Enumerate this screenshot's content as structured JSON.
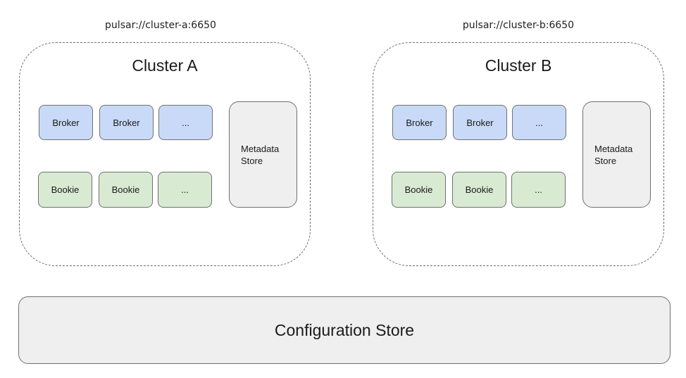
{
  "clusters": [
    {
      "url": "pulsar://cluster-a:6650",
      "title": "Cluster A",
      "brokers": [
        "Broker",
        "Broker",
        "..."
      ],
      "bookies": [
        "Bookie",
        "Bookie",
        "..."
      ],
      "metadata_store": [
        "Metadata",
        "Store"
      ]
    },
    {
      "url": "pulsar://cluster-b:6650",
      "title": "Cluster B",
      "brokers": [
        "Broker",
        "Broker",
        "..."
      ],
      "bookies": [
        "Bookie",
        "Bookie",
        "..."
      ],
      "metadata_store": [
        "Metadata",
        "Store"
      ]
    }
  ],
  "configuration_store": "Configuration Store",
  "colors": {
    "broker": "#c9daf8",
    "bookie": "#d9ead3",
    "store": "#efefef",
    "border": "#707070"
  }
}
